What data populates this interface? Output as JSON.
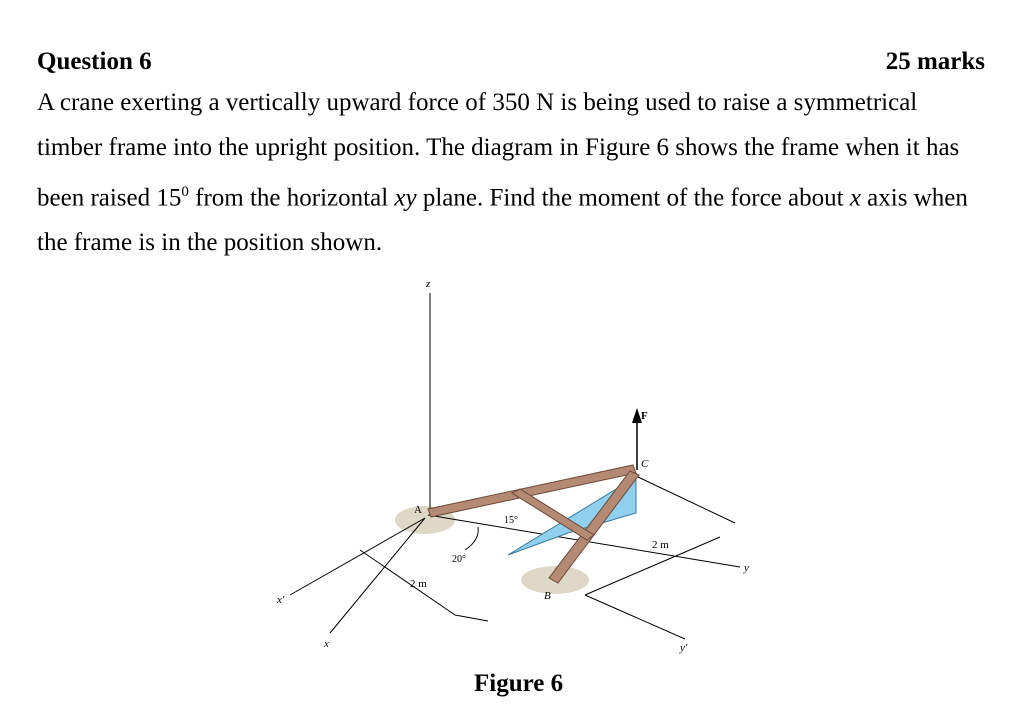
{
  "question": {
    "title": "Question 6",
    "marks": "25 marks",
    "text": {
      "l1": "A crane exerting a vertically upward force of 350 N is being used to raise a symmetrical",
      "l2": "timber frame into the upright position. The diagram in Figure 6 shows the frame when it has",
      "l3_a": "been raised 15",
      "l3_sup": "0",
      "l3_b": " from the horizontal ",
      "l3_xy": "xy",
      "l3_c": " plane. Find the moment of the force about ",
      "l3_x": "x",
      "l3_d": " axis when",
      "l4": "the frame is in the position shown."
    }
  },
  "figure": {
    "caption": "Figure 6",
    "labels": {
      "z": "z",
      "x": "x",
      "x_prime": "x'",
      "y": "y",
      "y_prime": "y'",
      "A": "A",
      "B": "B",
      "C": "C",
      "F": "F",
      "angle_15": "15°",
      "angle_20": "20°",
      "dim_2m_left": "2 m",
      "dim_2m_right": "2 m"
    },
    "colors": {
      "timber": "#b58a74",
      "timber_edge": "#6b4a3a",
      "plane_blue": "#8fd0ee",
      "shadow": "#cfc7ae"
    }
  }
}
